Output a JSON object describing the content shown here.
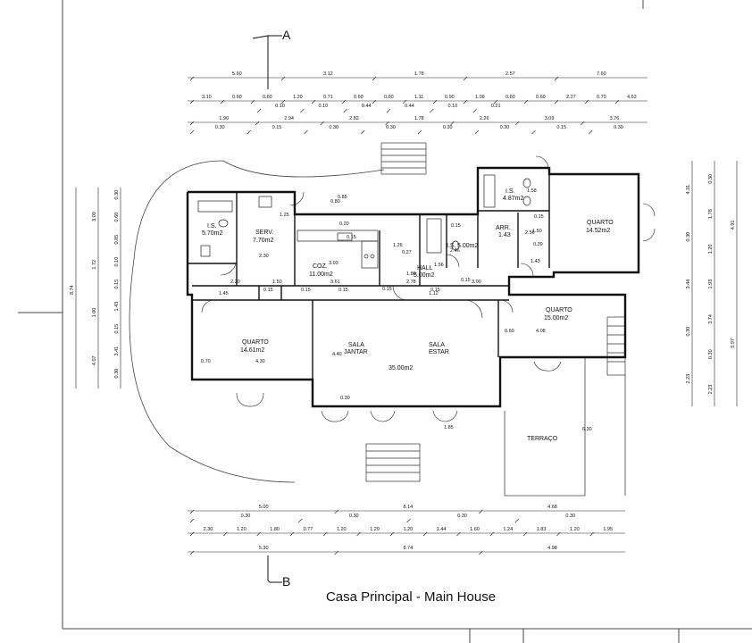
{
  "title": "Casa Principal - Main House",
  "section_labels": {
    "top": "A",
    "bottom": "B"
  },
  "rooms": [
    {
      "id": "is1",
      "name": "I.S.",
      "area": "5.70m2"
    },
    {
      "id": "serv",
      "name": "SERV.",
      "area": "7.70m2"
    },
    {
      "id": "coz",
      "name": "COZ.",
      "area": "11.00m2"
    },
    {
      "id": "hall",
      "name": "HALL",
      "area": "5.00m2"
    },
    {
      "id": "is2",
      "name": "I.S.",
      "area": "5.00m2"
    },
    {
      "id": "arr",
      "name": "ARR.",
      "area": "1.43"
    },
    {
      "id": "is3",
      "name": "I.S.",
      "area": "4.87m2"
    },
    {
      "id": "q1",
      "name": "QUARTO",
      "area": "14.52m2"
    },
    {
      "id": "q2",
      "name": "QUARTO",
      "area": "15.00m2"
    },
    {
      "id": "q3",
      "name": "QUARTO",
      "area": "14.61m2"
    },
    {
      "id": "sj",
      "name": "SALA\nJANTAR",
      "area": ""
    },
    {
      "id": "se",
      "name": "SALA\nESTAR",
      "area": "35.00m2"
    },
    {
      "id": "terr",
      "name": "TERRAÇO",
      "area": ""
    }
  ],
  "dims_top": {
    "row1": [
      "5.60",
      "3.12",
      "1.78",
      "2.57",
      "7.60"
    ],
    "row2": [
      "3.10",
      "0.60",
      "0.60",
      "1.20",
      "0.71",
      "0.60",
      "0.60",
      "1.11",
      "0.90",
      "1.06",
      "0.60",
      "0.60",
      "2.27",
      "0.70",
      "4.63"
    ],
    "row2_sub": [
      "0.10",
      "0.10",
      "0.44",
      "0.44",
      "0.10",
      "0.21"
    ],
    "row3": [
      "1.90",
      "2.94",
      "2.82",
      "1.78",
      "2.26",
      "3.09",
      "3.76"
    ],
    "row3_sub": [
      "0.30",
      "0.15",
      "0.30",
      "0.30",
      "0.30",
      "0.30",
      "0.15",
      "0.30"
    ]
  },
  "dims_bottom": {
    "row1": [
      "5.00",
      "8.14",
      "4.68"
    ],
    "row1_sub": [
      "0.30",
      "0.30",
      "0.30",
      "0.30"
    ],
    "row2": [
      "2.30",
      "1.20",
      "1.80",
      "0.77",
      "1.20",
      "1.29",
      "1.20",
      "1.44",
      "1.60",
      "1.24",
      "1.83",
      "1.20",
      "1.95"
    ],
    "row3": [
      "5.30",
      "8.74",
      "4.98"
    ]
  },
  "dims_left": {
    "outer": "8.74",
    "mid": [
      "3.00",
      "1.72",
      "1.00",
      "4.07"
    ],
    "inner": [
      "0.30",
      "0.60",
      "0.85",
      "0.10",
      "0.15",
      "1.43",
      "0.15",
      "3.41",
      "0.30"
    ]
  },
  "dims_right": {
    "outer": [
      "4.91",
      "5.97"
    ],
    "mid": [
      "4.31",
      "0.30",
      "3.44",
      "0.30",
      "2.23"
    ],
    "inner": [
      "0.30",
      "1.78",
      "1.20",
      "1.93",
      "3.74",
      "0.30",
      "2.23"
    ]
  },
  "dims_interior": [
    "1.25",
    "0.20",
    "0.80",
    "0.85",
    "1.26",
    "0.27",
    "2.46",
    "1.58",
    "2.56",
    "0.15",
    "1.56",
    "1.80",
    "1.12",
    "3.03",
    "2.30",
    "2.20",
    "1.50",
    "0.15",
    "0.15",
    "3.61",
    "0.15",
    "2.78",
    "0.15",
    "0.15",
    "0.15",
    "3.00",
    "1.45",
    "0.70",
    "4.30",
    "4.40",
    "0.30",
    "0.60",
    "4.08",
    "1.50",
    "1.43",
    "1.85",
    "6.30",
    "0.15",
    "0.15",
    "0.39"
  ]
}
